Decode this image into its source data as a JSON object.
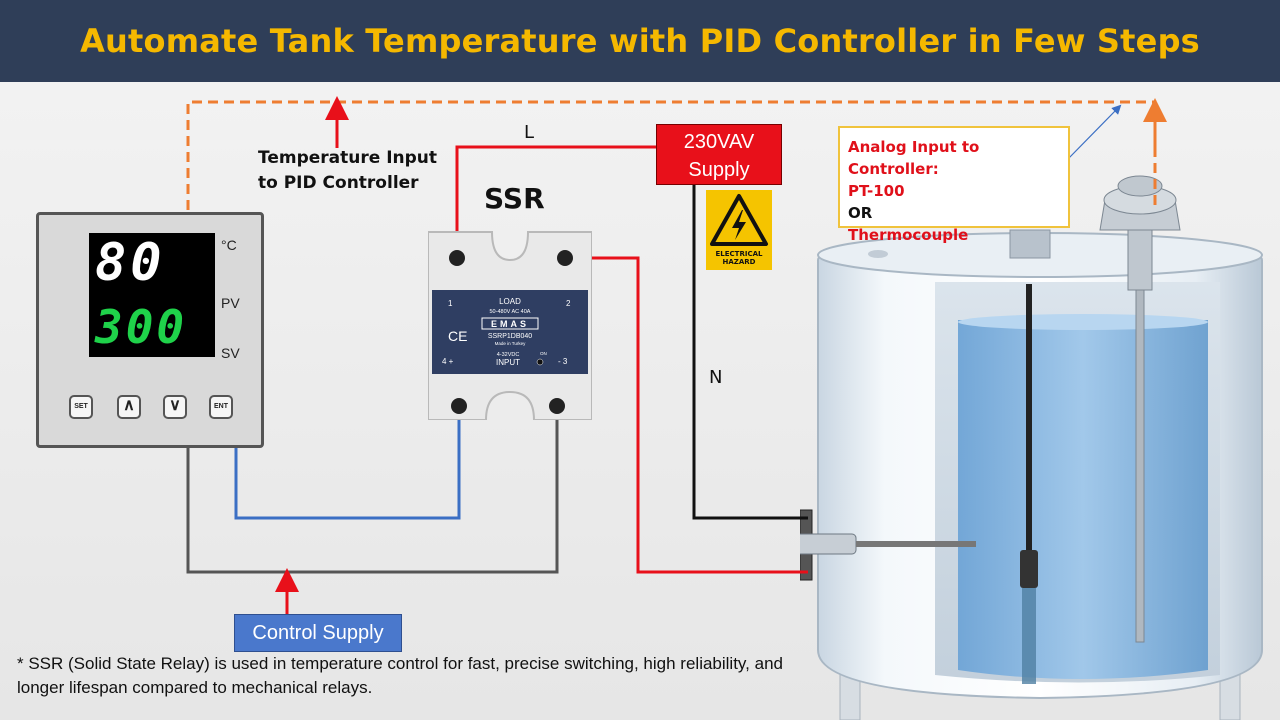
{
  "title": "Automate Tank Temperature with PID Controller in Few Steps",
  "labels": {
    "temp_input_line1": "Temperature Input",
    "temp_input_line2": "to PID Controller",
    "ssr": "SSR",
    "wire_L": "L",
    "wire_N": "N"
  },
  "supply": {
    "line1": "230VAV",
    "line2": "Supply"
  },
  "hazard": {
    "line1": "ELECTRICAL",
    "line2": "HAZARD"
  },
  "analog_input": {
    "heading": "Analog Input to Controller:",
    "option1": "PT-100",
    "or": "OR",
    "option2": "Thermocouple"
  },
  "controller": {
    "pv_value": "80",
    "sv_value": "300",
    "unit": "°C",
    "pv_label": "PV",
    "sv_label": "SV",
    "buttons": [
      "SET",
      "ENT"
    ]
  },
  "ssr_device": {
    "terminal1": "1",
    "terminal2": "2",
    "load": "LOAD",
    "load_spec": "50-480V AC    40A",
    "brand": "EMAS",
    "model": "SSRP1DB040",
    "origin": "Made in Turkey",
    "terminal4": "4 +",
    "terminal3": "- 3",
    "input_spec": "4-32VDC",
    "input": "INPUT",
    "on": "ON"
  },
  "control_supply": "Control Supply",
  "footnote": "* SSR (Solid State Relay) is used in temperature control for fast, precise switching, high reliability, and longer lifespan compared to mechanical relays.",
  "colors": {
    "banner_bg": "#2f3e58",
    "title": "#f5b800",
    "live_wire": "#e8101a",
    "neutral_wire": "#111111",
    "control_wire_positive": "#4a78cc",
    "control_wire_negative": "#555555",
    "signal_wire": "#ee7d31",
    "water": "#7fb2e0"
  }
}
